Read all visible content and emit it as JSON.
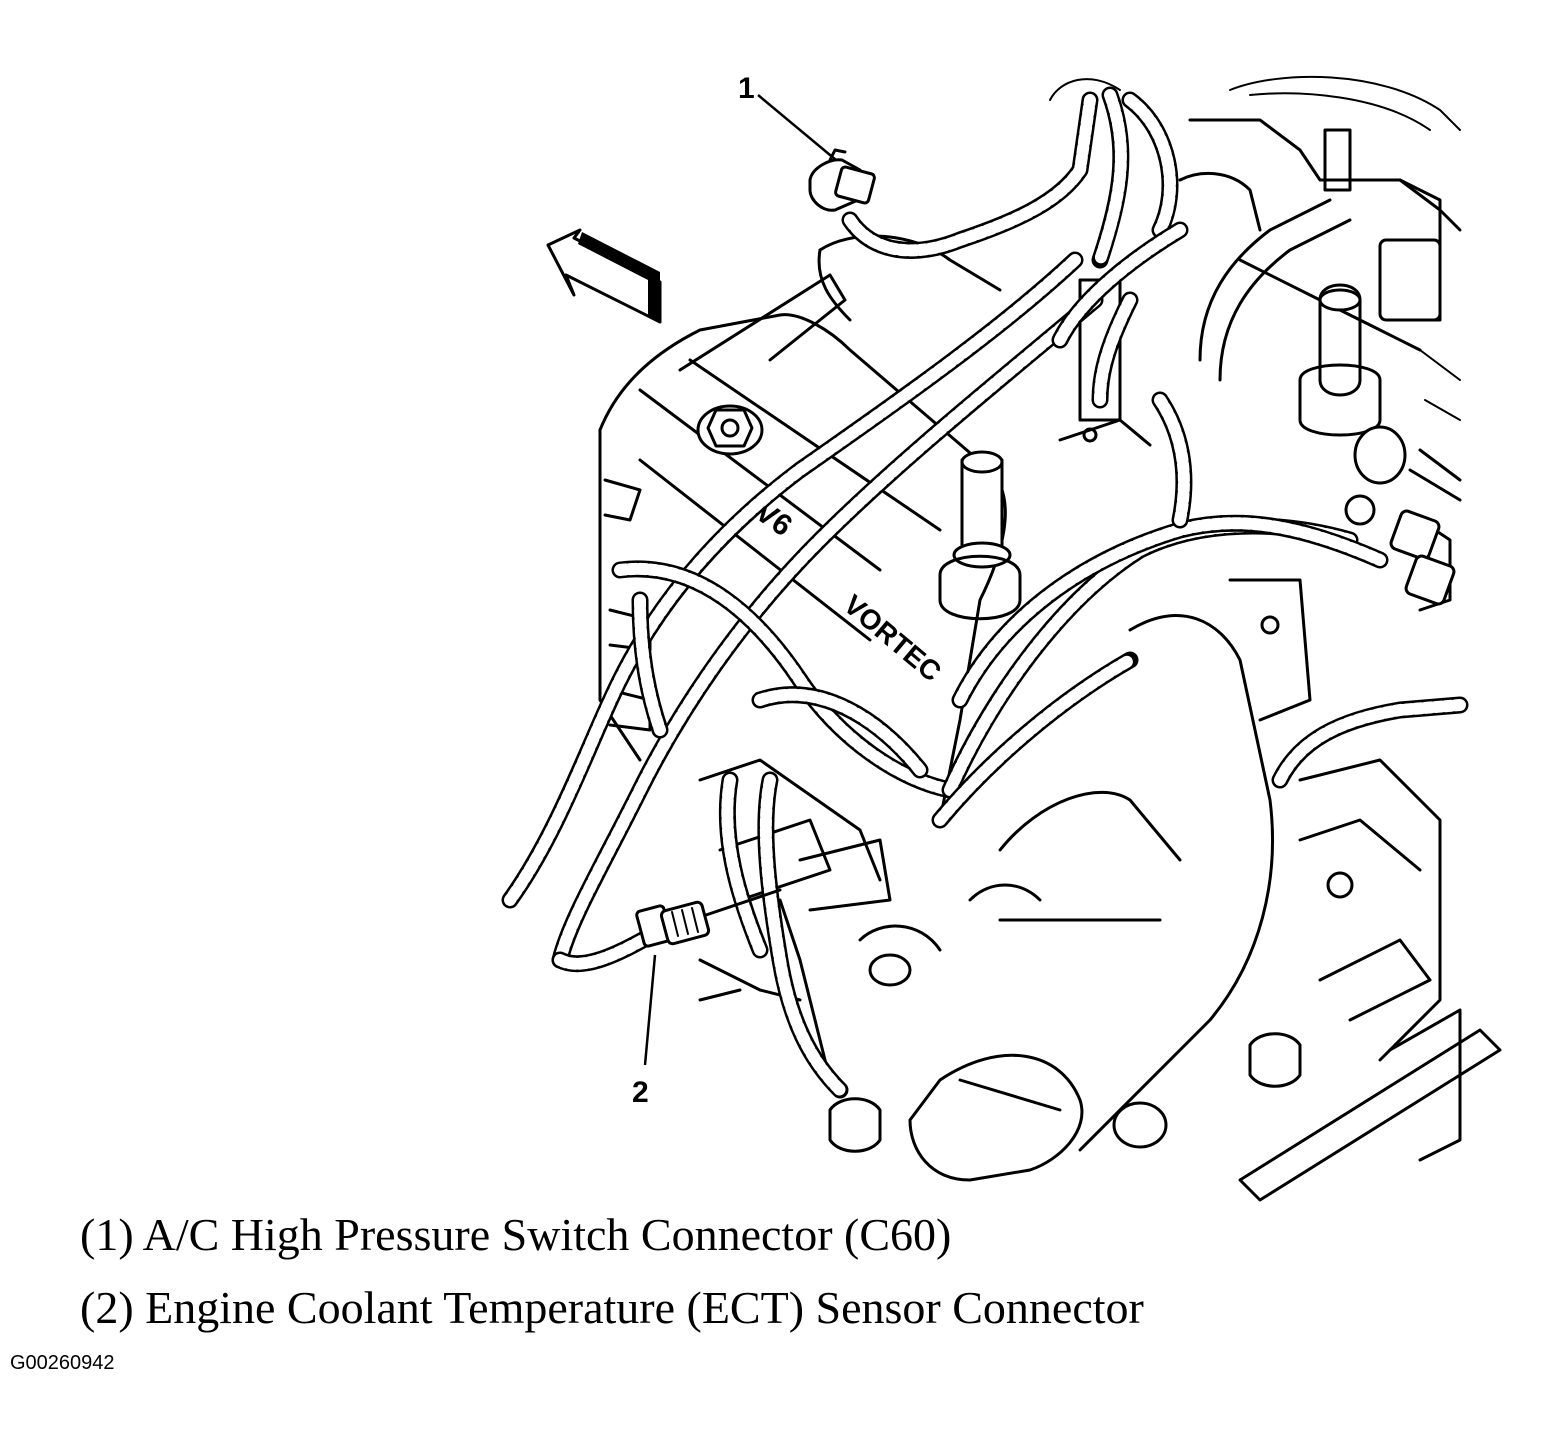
{
  "callouts": [
    {
      "number": "1",
      "description": "A/C High Pressure Switch Connector (C60)"
    },
    {
      "number": "2",
      "description": "Engine Coolant Temperature (ECT) Sensor Connector"
    }
  ],
  "legend": {
    "line1": "(1) A/C High Pressure Switch Connector (C60)",
    "line2": "(2) Engine Coolant Temperature (ECT) Sensor Connector"
  },
  "figure_id": "G00260942",
  "engine_markings": {
    "cover_badge": "V6",
    "cover_brand": "VORTEC"
  }
}
